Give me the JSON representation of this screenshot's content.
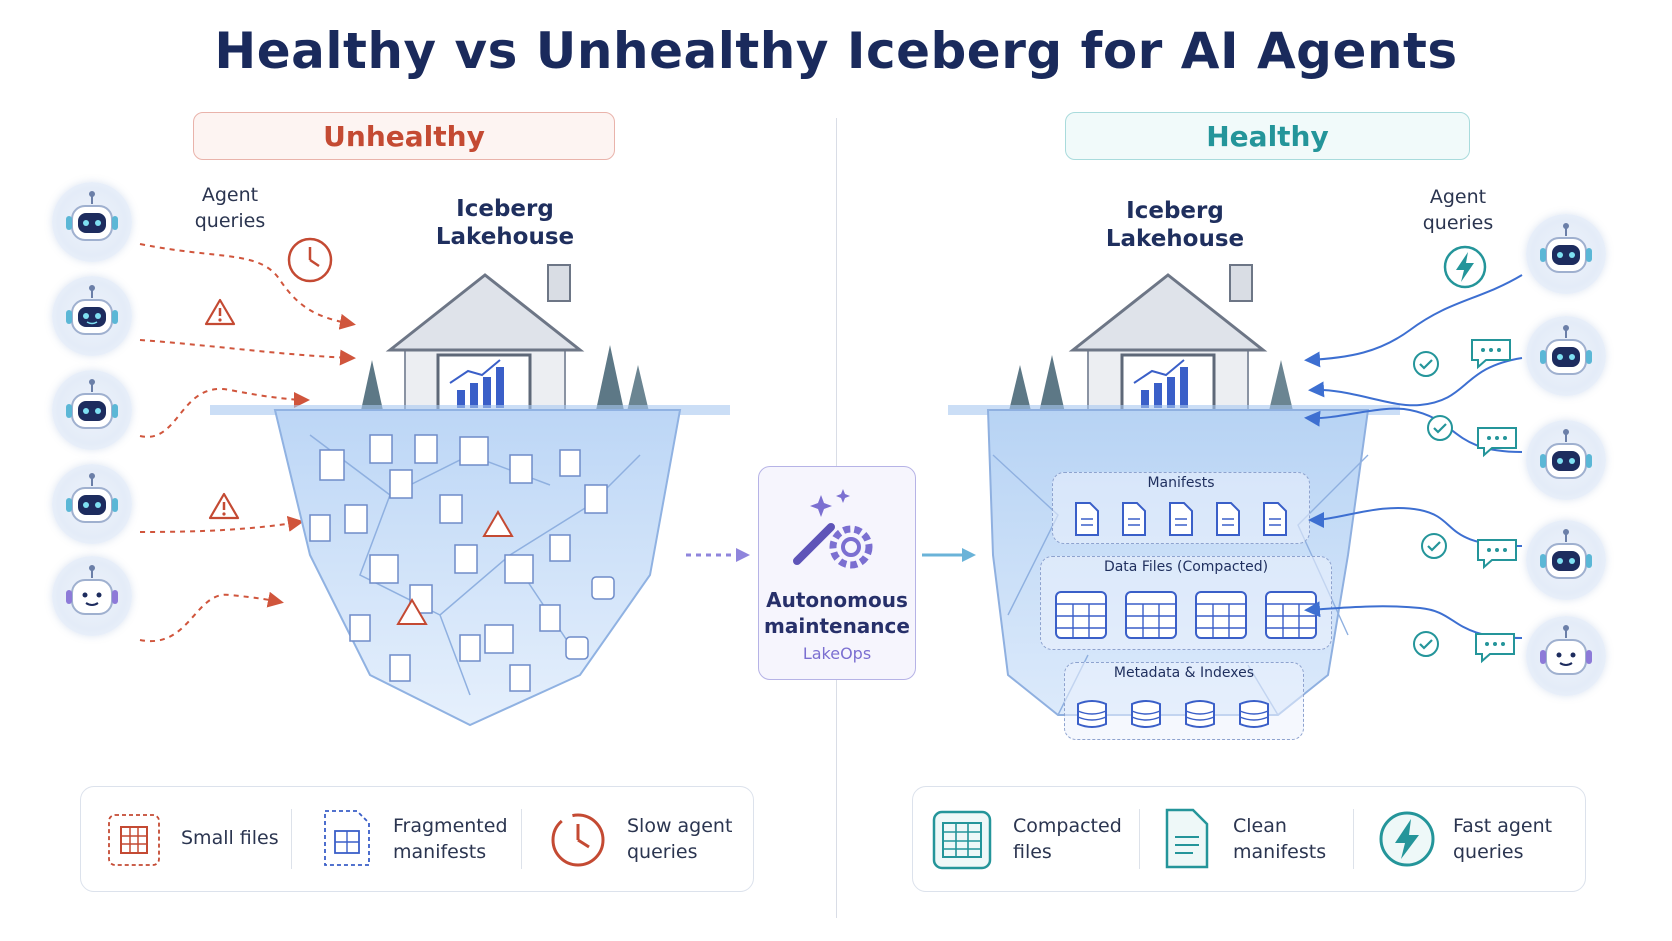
{
  "title": "Healthy vs Unhealthy Iceberg for AI Agents",
  "unhealthy": {
    "badge": "Unhealthy",
    "agent_label_line1": "Agent",
    "agent_label_line2": "queries",
    "lakehouse_line1": "Iceberg",
    "lakehouse_line2": "Lakehouse",
    "legend": [
      {
        "icon": "small-files-icon",
        "line1": "Small files",
        "line2": ""
      },
      {
        "icon": "fragmented-manifest-icon",
        "line1": "Fragmented",
        "line2": "manifests"
      },
      {
        "icon": "clock-icon",
        "line1": "Slow agent",
        "line2": "queries"
      }
    ]
  },
  "healthy": {
    "badge": "Healthy",
    "agent_label_line1": "Agent",
    "agent_label_line2": "queries",
    "lakehouse_line1": "Iceberg",
    "lakehouse_line2": "Lakehouse",
    "layers": {
      "manifests": "Manifests",
      "data_files": "Data Files (Compacted)",
      "metadata": "Metadata & Indexes"
    },
    "legend": [
      {
        "icon": "compacted-files-icon",
        "line1": "Compacted",
        "line2": "files"
      },
      {
        "icon": "clean-manifest-icon",
        "line1": "Clean",
        "line2": "manifests"
      },
      {
        "icon": "lightning-icon",
        "line1": "Fast agent",
        "line2": "queries"
      }
    ]
  },
  "maintenance": {
    "title_line1": "Autonomous",
    "title_line2": "maintenance",
    "subtitle": "LakeOps"
  },
  "colors": {
    "unhealthy_accent": "#c44a33",
    "healthy_accent": "#24959a",
    "maintenance_accent": "#7b6fd1",
    "ice_blue": "#8fb6ec",
    "navy": "#1a2a5c"
  }
}
